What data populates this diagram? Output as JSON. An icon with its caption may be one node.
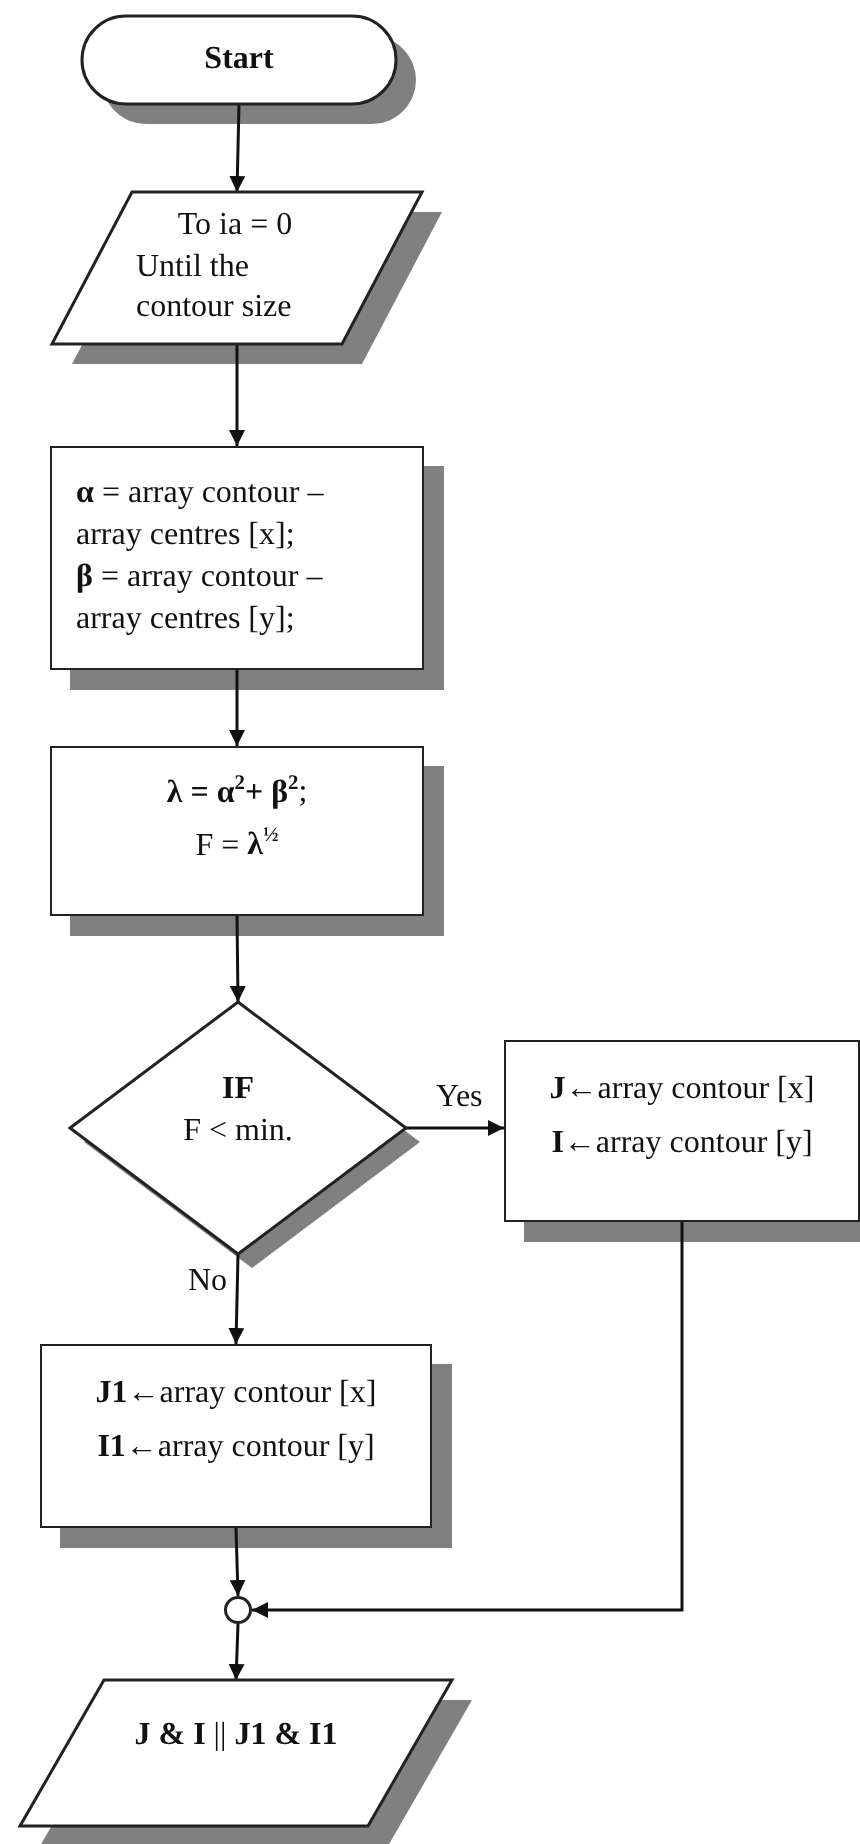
{
  "diagram": {
    "nodes": [
      {
        "text": [
          "Start"
        ]
      },
      {
        "text": [
          "To ia = 0",
          "Until the contour size"
        ]
      },
      {
        "text": [
          "**α** = array contour – array centres [x];",
          "**β** = array contour – array centres [y];"
        ]
      },
      {
        "text": [
          "**λ = α$^{2}$+ β$^{2}$**;",
          "F = **λ$^{½}$**"
        ]
      },
      {
        "text": [
          "IF",
          "F < min."
        ]
      },
      {
        "text": [
          "**J**←array contour [x]",
          "**I**←array contour [y]"
        ]
      },
      {
        "text": [
          "**J1**←array contour [x]",
          "**I1**←array contour [y]"
        ]
      },
      {
        "text": [],
        "shape": "circle"
      },
      {
        "text": [
          "**J & I** || **J1 & I1**"
        ]
      }
    ],
    "edges": [
      {
        "from": 0,
        "to": 1,
        "arrow": "to"
      },
      {
        "from": 1,
        "to": 2,
        "arrow": "to"
      },
      {
        "from": 2,
        "to": 3,
        "arrow": "to"
      },
      {
        "from": 3,
        "to": 4,
        "arrow": "to"
      },
      {
        "from": 4,
        "to": 5,
        "arrow": "to",
        "label": "Yes"
      },
      {
        "from": 4,
        "to": 6,
        "arrow": "to",
        "label": "No"
      },
      {
        "from": 6,
        "to": 7,
        "arrow": "to"
      },
      {
        "from": 5,
        "to": 7,
        "arrow": "to"
      },
      {
        "from": 7,
        "to": 8,
        "arrow": "to"
      }
    ]
  }
}
